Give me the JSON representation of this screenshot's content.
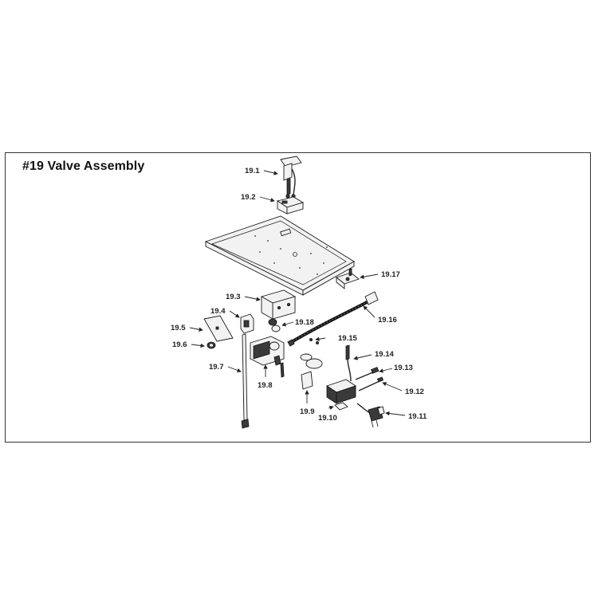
{
  "title": "#19 Valve Assembly",
  "callouts": {
    "p19_1": "19.1",
    "p19_2": "19.2",
    "p19_3": "19.3",
    "p19_4": "19.4",
    "p19_5": "19.5",
    "p19_6": "19.6",
    "p19_7": "19.7",
    "p19_8": "19.8",
    "p19_9": "19.9",
    "p19_10": "19.10",
    "p19_11": "19.11",
    "p19_12": "19.12",
    "p19_13": "19.13",
    "p19_14": "19.14",
    "p19_15": "19.15",
    "p19_16": "19.16",
    "p19_17": "19.17",
    "p19_18": "19.18"
  }
}
